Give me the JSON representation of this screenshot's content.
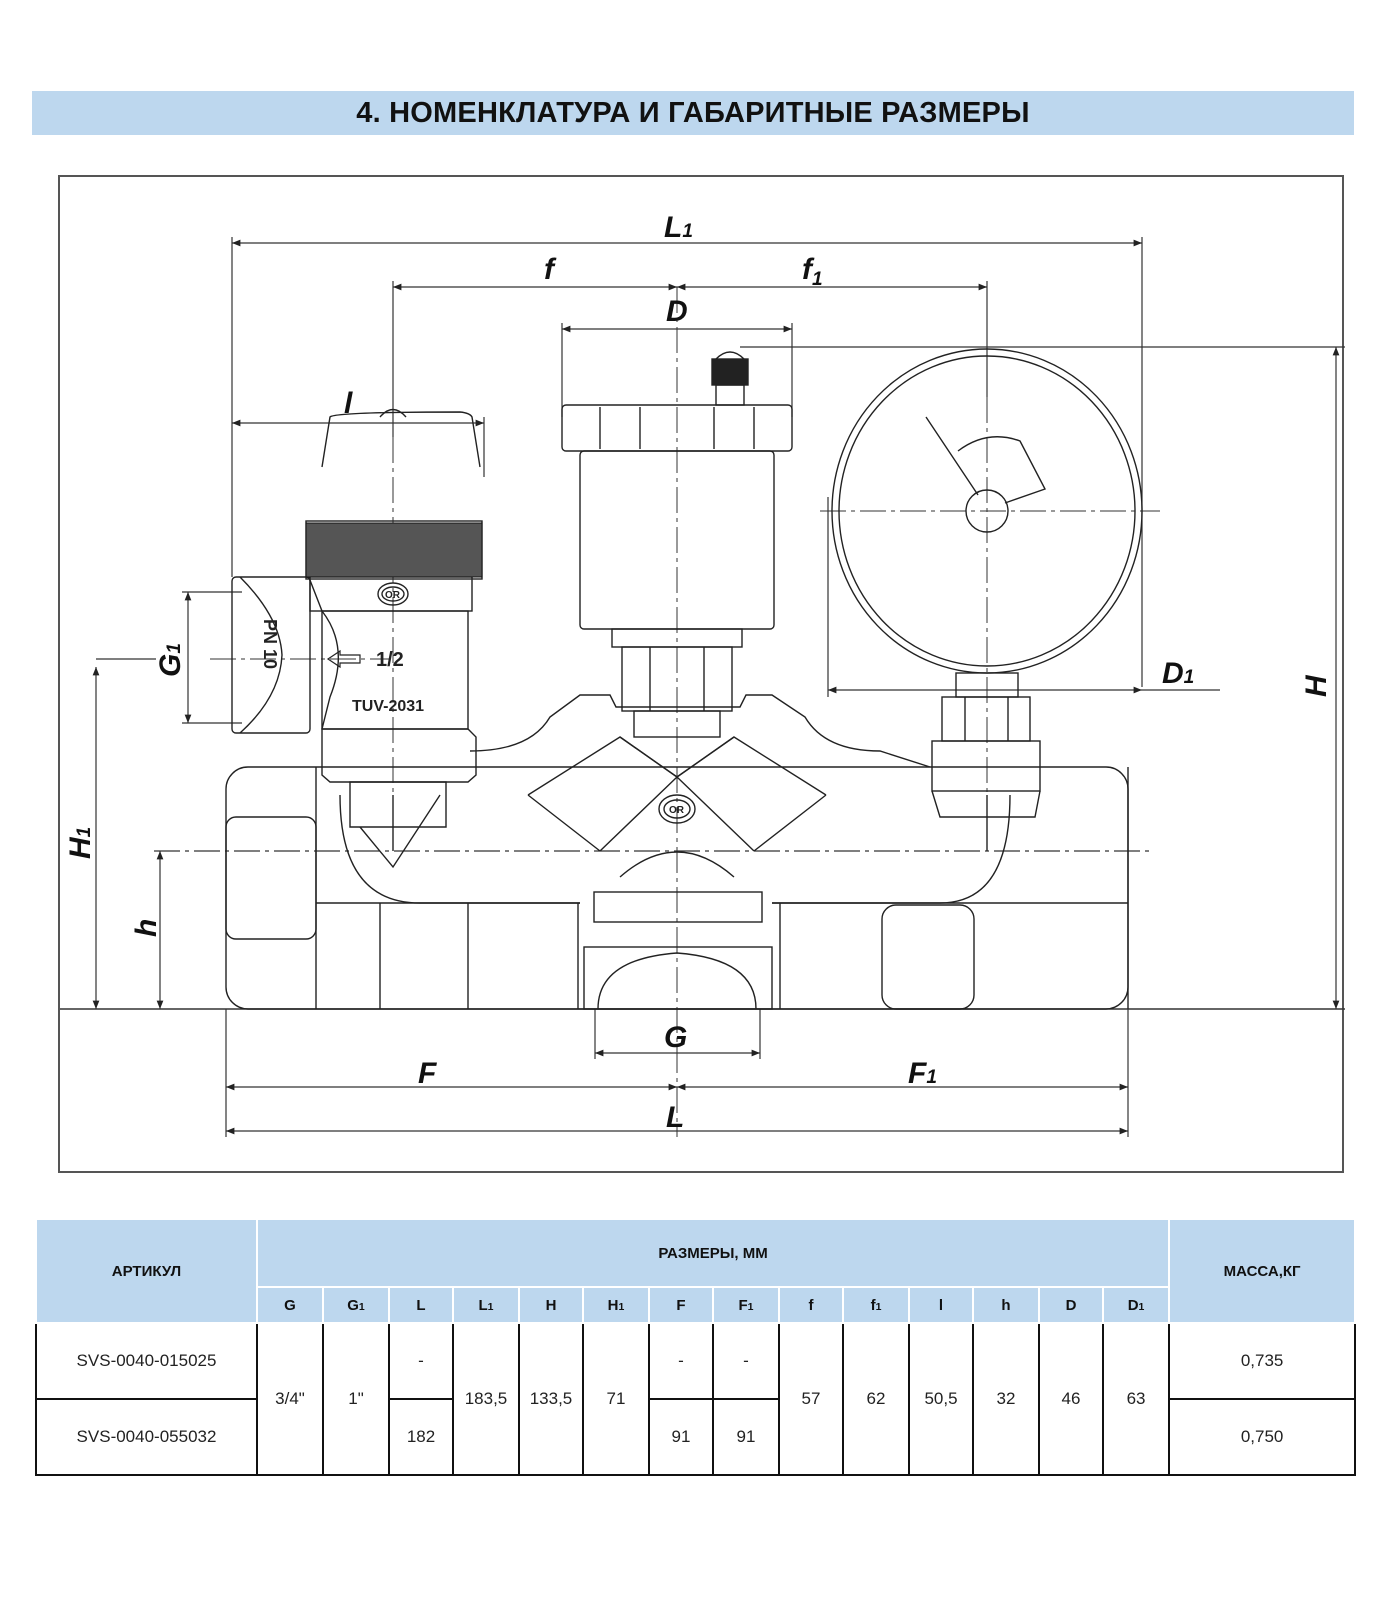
{
  "page": {
    "section_title": "4.  НОМЕНКЛАТУРА И ГАБАРИТНЫЕ РАЗМЕРЫ",
    "header_color": "#bdd7ee"
  },
  "drawing": {
    "dimension_labels": {
      "L1": "L",
      "L1_sub": "1",
      "f": "f",
      "f1": "f",
      "f1_sub": "1",
      "D": "D",
      "l": "l",
      "D1": "D",
      "D1_sub": "1",
      "H": "H",
      "G1": "G",
      "G1_sub": "1",
      "H1": "H",
      "H1_sub": "1",
      "h": "h",
      "G": "G",
      "F": "F",
      "F1": "F",
      "F1_sub": "1",
      "L": "L"
    },
    "markings": {
      "pn": "PN 10",
      "size": "1/2",
      "cert": "TUV-2031",
      "logo": "OR",
      "logo_body": "OR"
    }
  },
  "table": {
    "header": {
      "article": "АРТИКУЛ",
      "dimensions": "РАЗМЕРЫ, ММ",
      "mass": "МАССА,КГ"
    },
    "columns": [
      {
        "key": "G",
        "label": "G",
        "sub": ""
      },
      {
        "key": "G1",
        "label": "G",
        "sub": "1"
      },
      {
        "key": "L",
        "label": "L",
        "sub": ""
      },
      {
        "key": "L1",
        "label": "L",
        "sub": "1"
      },
      {
        "key": "H",
        "label": "H",
        "sub": ""
      },
      {
        "key": "H1",
        "label": "H",
        "sub": "1"
      },
      {
        "key": "F",
        "label": "F",
        "sub": ""
      },
      {
        "key": "F1",
        "label": "F",
        "sub": "1"
      },
      {
        "key": "f",
        "label": "f",
        "sub": ""
      },
      {
        "key": "f1",
        "label": "f",
        "sub": "1"
      },
      {
        "key": "l",
        "label": "l",
        "sub": ""
      },
      {
        "key": "h",
        "label": "h",
        "sub": ""
      },
      {
        "key": "D",
        "label": "D",
        "sub": ""
      },
      {
        "key": "D1",
        "label": "D",
        "sub": "1"
      }
    ],
    "rows": [
      {
        "article": "SVS-0040-015025",
        "L": "-",
        "F": "-",
        "F1": "-",
        "mass": "0,735"
      },
      {
        "article": "SVS-0040-055032",
        "L": "182",
        "F": "91",
        "F1": "91",
        "mass": "0,750"
      }
    ],
    "shared": {
      "G": "3/4\"",
      "G1": "1\"",
      "L1": "183,5",
      "H": "133,5",
      "H1": "71",
      "f": "57",
      "f1": "62",
      "l": "50,5",
      "h": "32",
      "D": "46",
      "D1": "63"
    }
  }
}
